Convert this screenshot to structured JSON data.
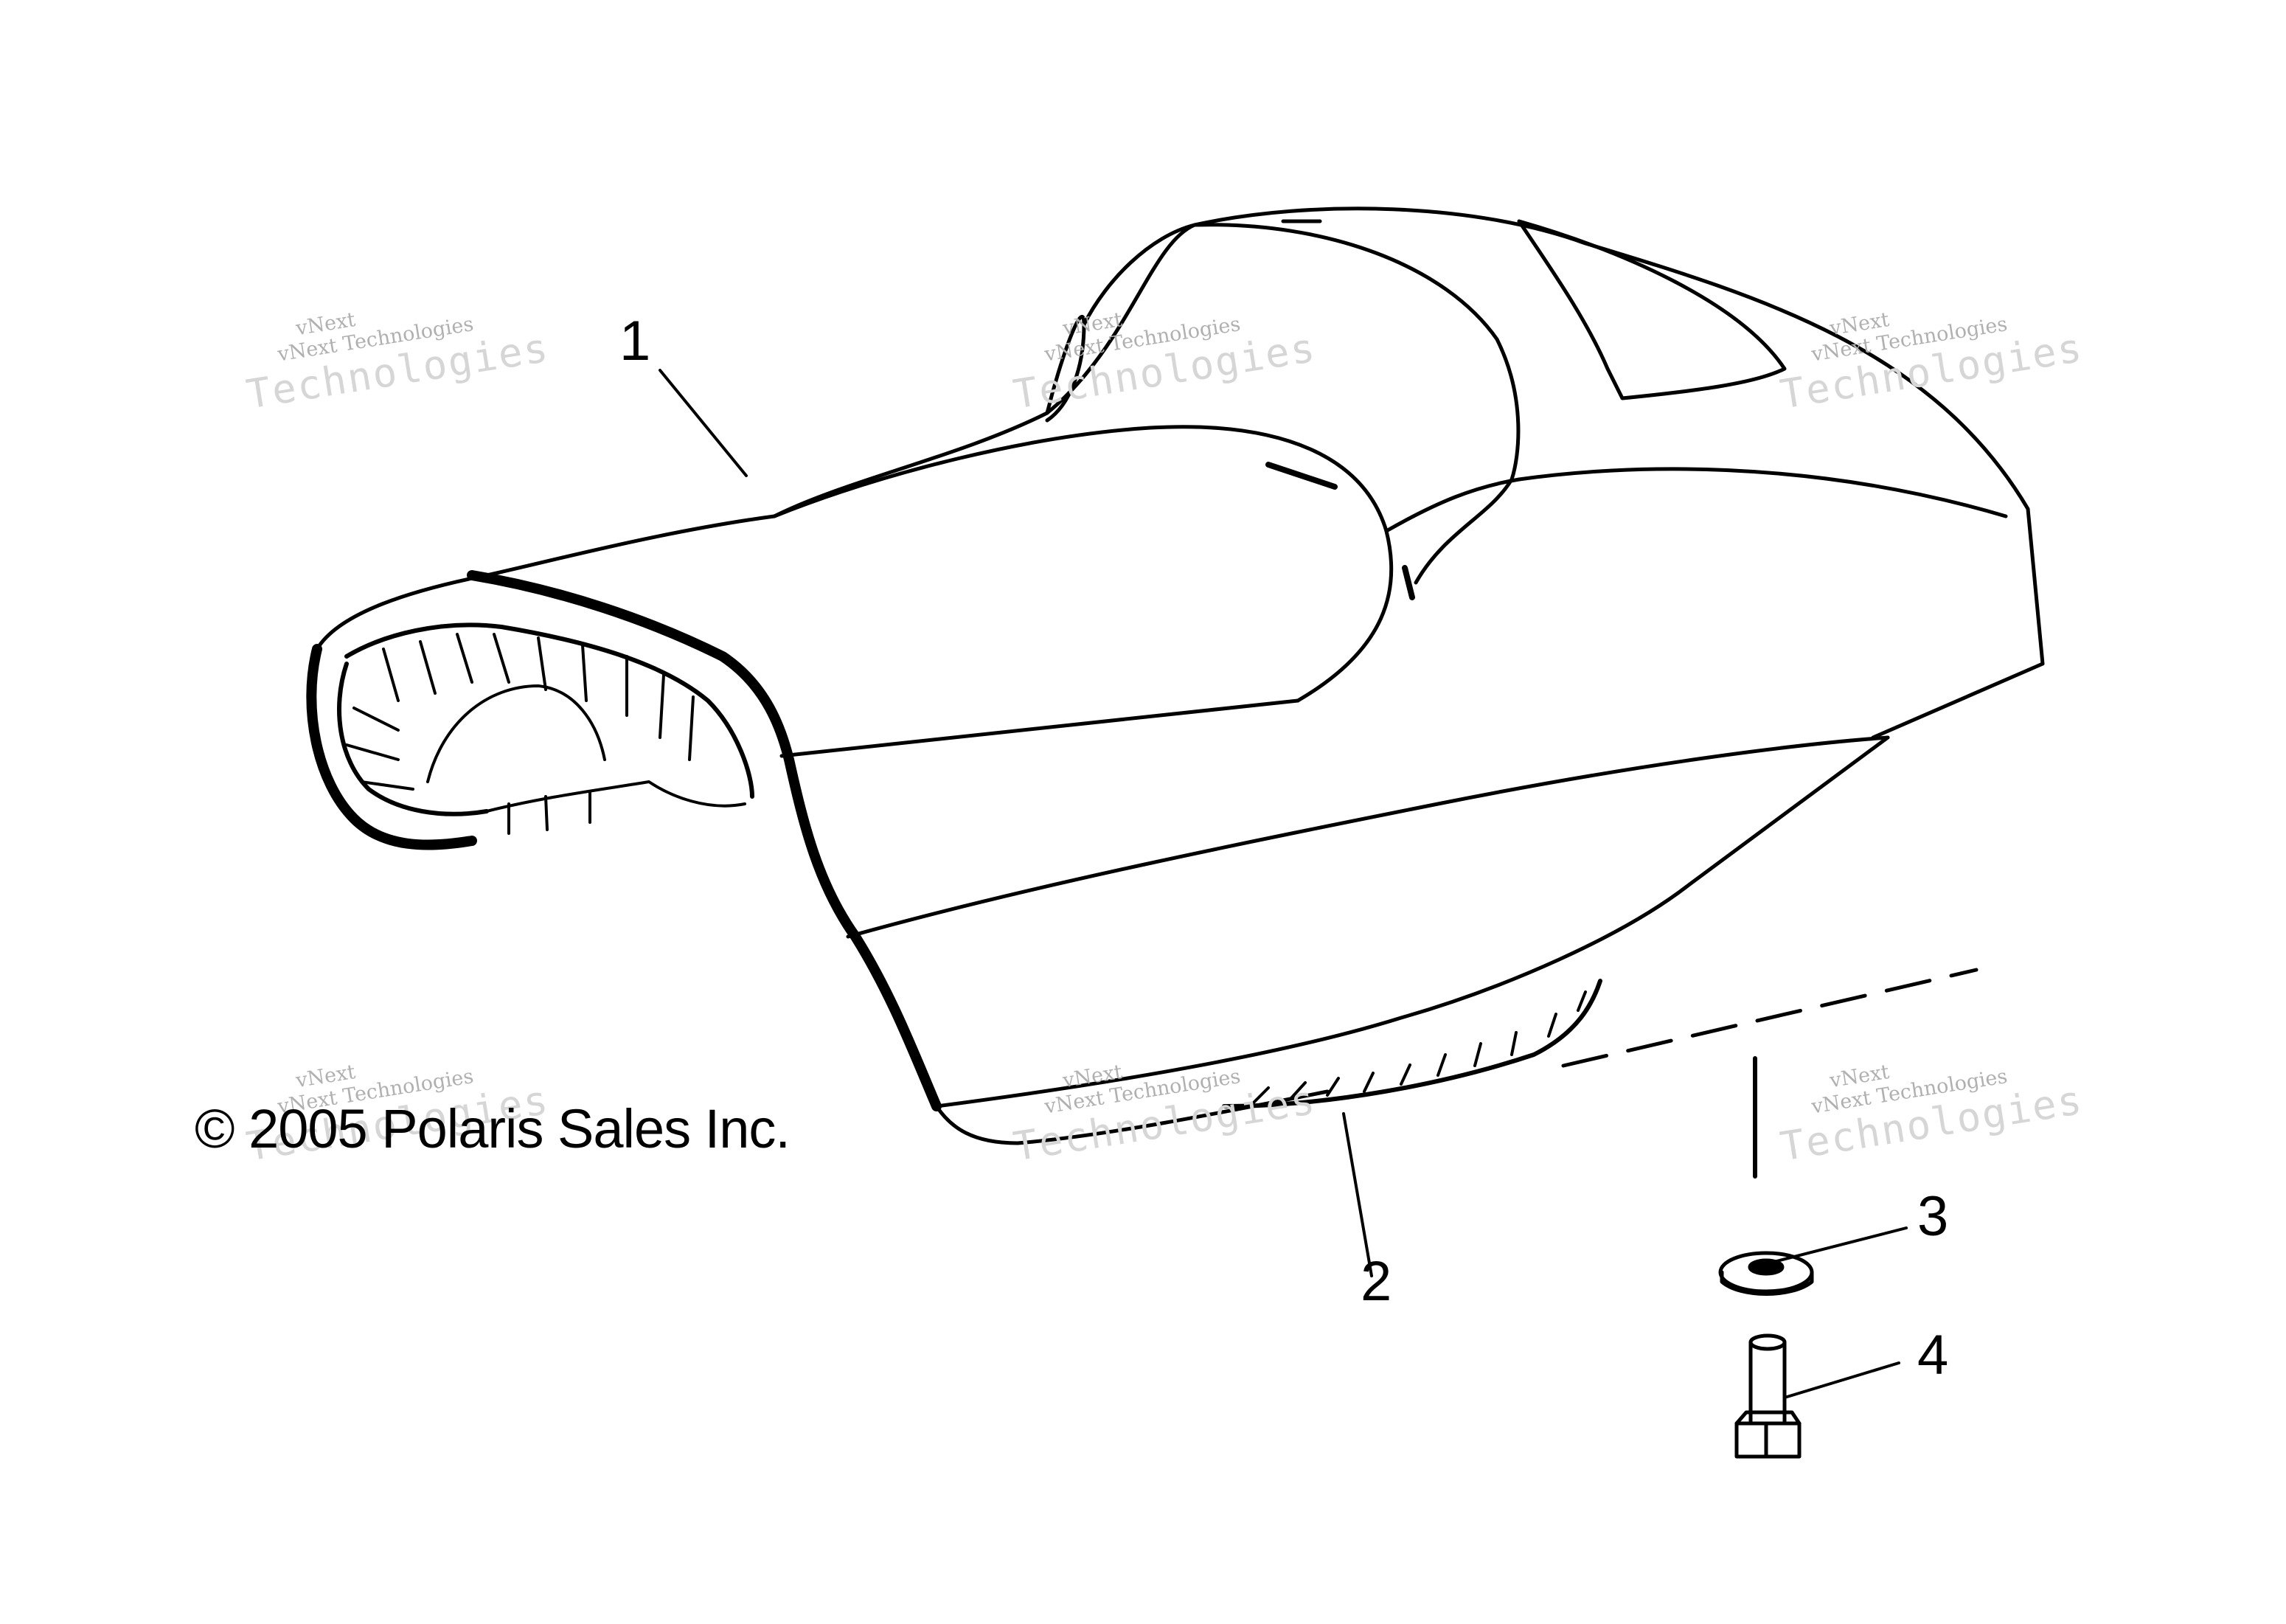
{
  "callouts": [
    "1",
    "2",
    "3",
    "4"
  ],
  "copyright": "© 2005 Polaris Sales Inc.",
  "watermark": {
    "brand": "vNext",
    "company": "vNext Technologies",
    "company_large": "Technologies"
  },
  "colors": {
    "line": "#000000",
    "background": "#ffffff",
    "watermark": "#cccccc"
  }
}
